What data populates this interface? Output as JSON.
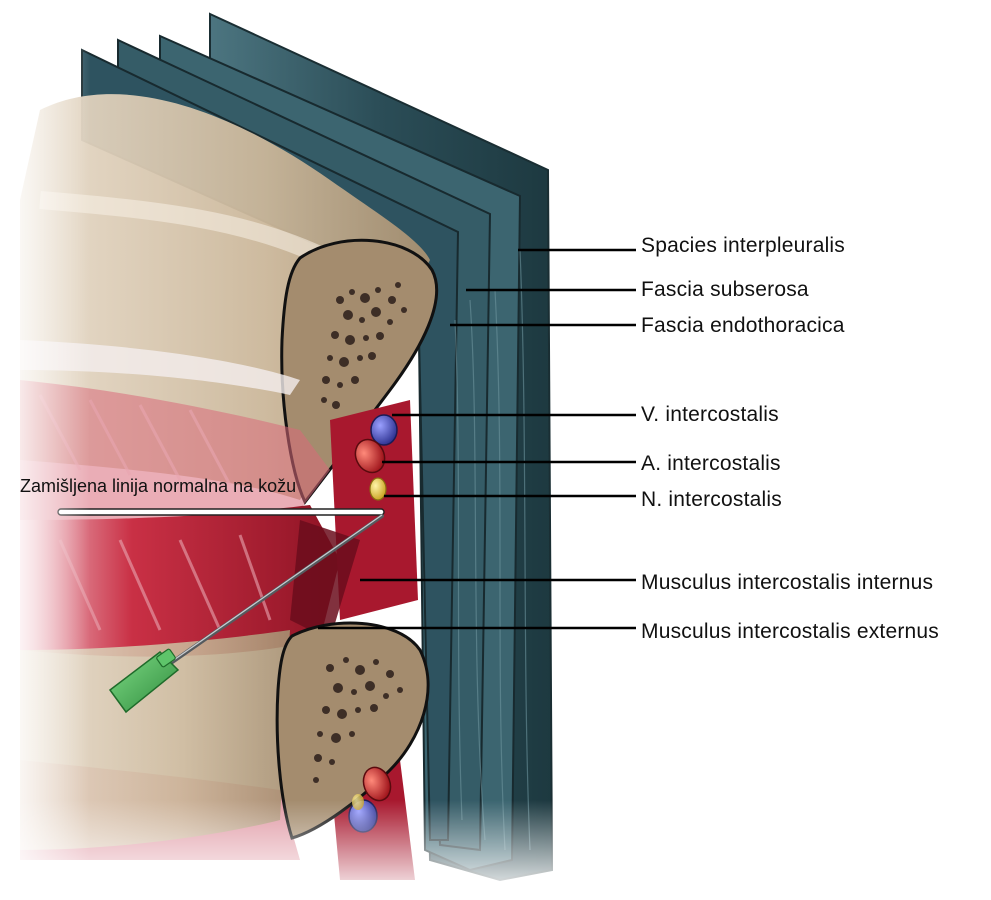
{
  "labels": {
    "spacies_interpleuralis": "Spacies interpleuralis",
    "fascia_subserosa": "Fascia subserosa",
    "fascia_endothoracica": "Fascia endothoracica",
    "v_intercostalis": "V. intercostalis",
    "a_intercostalis": "A. intercostalis",
    "n_intercostalis": "N. intercostalis",
    "m_intercostalis_internus": "Musculus intercostalis internus",
    "m_intercostalis_externus": "Musculus intercostalis externus",
    "imaginary_line": "Zamišljena linija normalna na kožu"
  },
  "colors": {
    "pleura_layers": "#2f5560",
    "rib_bone": "#c9b497",
    "bone_marrow": "#5a4538",
    "muscle": "#b4223a",
    "vein": "#3b3fa8",
    "artery": "#c0202a",
    "nerve": "#e6c53a",
    "needle_hub": "#3fae52",
    "leader_line": "#000000"
  }
}
